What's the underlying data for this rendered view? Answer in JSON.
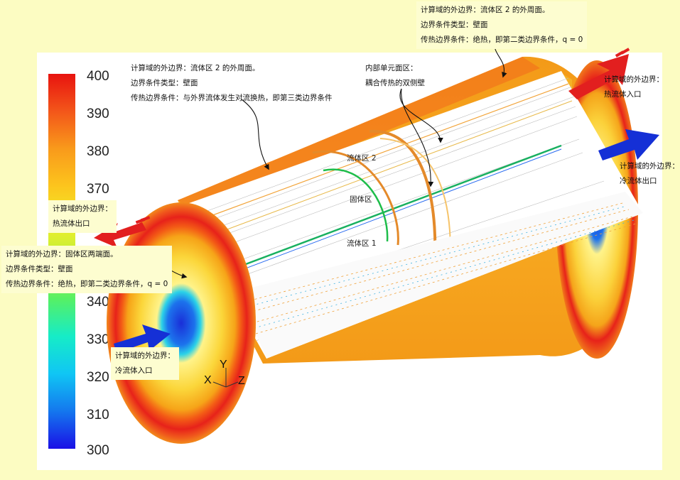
{
  "colorbar": {
    "ticks": [
      "400",
      "390",
      "380",
      "370",
      "360",
      "350",
      "340",
      "330",
      "320",
      "310",
      "300"
    ]
  },
  "notes": {
    "outer_top_center": {
      "l1": "计算域的外边界：流体区 2 的外周面。",
      "l2": "边界条件类型：壁面",
      "l3": "传热边界条件：与外界流体发生对流换热，即第三类边界条件"
    },
    "outer_top_right": {
      "l1": "计算域的外边界：流体区 2 的外周面。",
      "l2": "边界条件类型：壁面",
      "l3": "传热边界条件：绝热，即第二类边界条件，q = 0"
    },
    "inner_wall": {
      "l1": "内部单元面区：",
      "l2": "耦合传热的双侧壁"
    },
    "hot_inlet": {
      "l1": "计算域的外边界：",
      "l2": "热流体入口"
    },
    "cold_outlet": {
      "l1": "计算域的外边界：",
      "l2": "冷流体出口"
    },
    "hot_outlet": {
      "l1": "计算域的外边界：",
      "l2": "热流体出口"
    },
    "solid_ends": {
      "l1": "计算域的外边界：固体区两端面。",
      "l2": "边界条件类型：壁面",
      "l3": "传热边界条件：绝热，即第二类边界条件，q = 0"
    },
    "cold_inlet": {
      "l1": "计算域的外边界：",
      "l2": "冷流体入口"
    }
  },
  "regions": {
    "fluid2": "流体区 2",
    "solid": "固体区",
    "fluid1": "流体区 1"
  },
  "axes": {
    "x": "X",
    "y": "Y",
    "z": "Z"
  },
  "colors": {
    "hot": "#e8130f",
    "shell_orange": "#f7a21a",
    "ring_red": "#e23a1a",
    "cold": "#1a2fd8",
    "arrow_red": "#e21f1f",
    "arrow_blue": "#1530d6"
  }
}
